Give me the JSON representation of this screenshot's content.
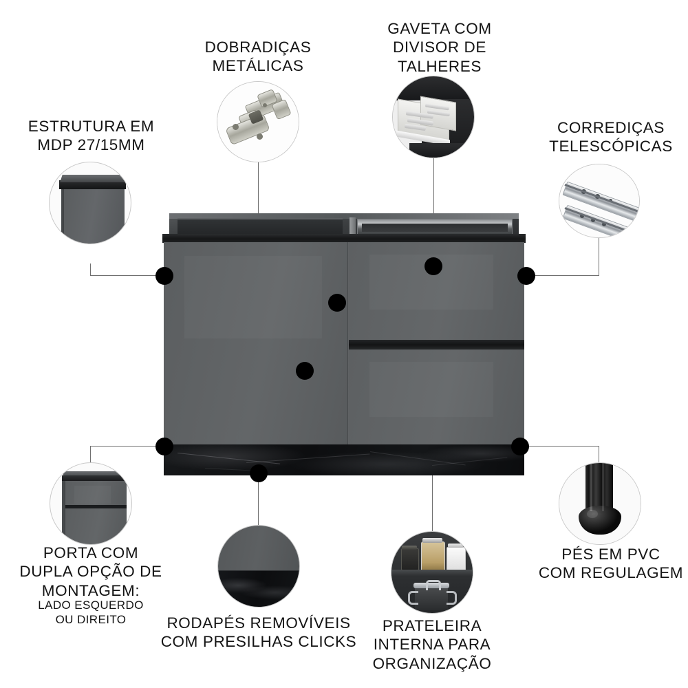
{
  "page": {
    "title": "Infográfico de balcão de cozinha",
    "background_color": "#ffffff",
    "text_color": "#141414",
    "line_color": "#6f6f6f",
    "dot_color": "#000000"
  },
  "callouts": [
    {
      "id": "estrutura",
      "label": "ESTRUTURA EM\nMDP 27/15MM",
      "icon": "cabinet-corner-icon",
      "size": "lg"
    },
    {
      "id": "dobradicas",
      "label": "DOBRADIÇAS\nMETÁLICAS",
      "icon": "metal-hinge-icon",
      "size": "lg"
    },
    {
      "id": "gaveta",
      "label": "GAVETA COM\nDIVISOR DE\nTALHERES",
      "icon": "cutlery-drawer-icon",
      "size": "lg"
    },
    {
      "id": "corredicas",
      "label": "CORREDIÇAS\nTELESCÓPICAS",
      "icon": "telescopic-slide-icon",
      "size": "lg"
    },
    {
      "id": "porta",
      "label": "PORTA COM\nDUPLA OPÇÃO DE\nMONTAGEM:",
      "sublabel": "LADO ESQUERDO\nOU DIREITO",
      "icon": "reversible-door-icon",
      "size": "lg"
    },
    {
      "id": "rodapes",
      "label": "RODAPÉS REMOVÍVEIS\nCOM PRESILHAS CLICKS",
      "icon": "removable-plinth-icon",
      "size": "lg"
    },
    {
      "id": "prateleira",
      "label": "PRATELEIRA\nINTERNA PARA\nORGANIZAÇÃO",
      "icon": "internal-shelf-icon",
      "size": "lg"
    },
    {
      "id": "pes",
      "label": "PÉS EM PVC\nCOM REGULAGEM",
      "icon": "pvc-foot-icon",
      "size": "lg"
    }
  ],
  "product": {
    "name": "balcao-de-cozinha",
    "body_color": "#5f6264",
    "plinth_color": "#101214",
    "trim_color": "#151617",
    "parts": [
      "porta-esquerda",
      "gaveta-superior",
      "gaveta-inferior",
      "rodape",
      "tampo-aberto"
    ]
  }
}
